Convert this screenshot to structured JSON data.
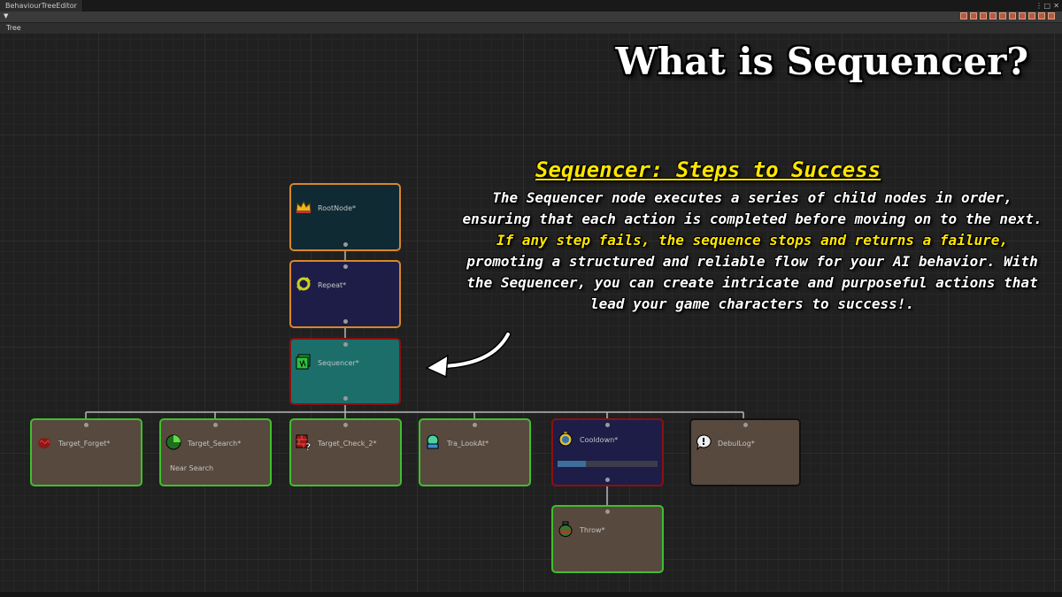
{
  "window": {
    "tab_title": "BehaviourTreeEditor",
    "menu_icon": "kebab-menu-icon",
    "maximize_icon": "maximize-icon",
    "close_icon": "close-icon"
  },
  "breadcrumb": {
    "label": "Tree"
  },
  "headline": {
    "title": "What is Sequencer?"
  },
  "description": {
    "subtitle": "Sequencer: Steps to Success",
    "part1": "The Sequencer node executes a series of child nodes in order, ensuring that each action is completed before moving on to the next. ",
    "highlight": "If any step fails, the sequence stops and returns a failure,",
    "part2": " promoting a structured and reliable flow for your AI behavior. With the Sequencer, you can create intricate and purposeful actions that lead your game characters to success!."
  },
  "nodes": {
    "root": {
      "label": "RootNode*",
      "icon": "crown-icon"
    },
    "repeat": {
      "label": "Repeat*",
      "icon": "repeat-icon"
    },
    "sequencer": {
      "label": "Sequencer*",
      "icon": "sequencer-icon"
    },
    "target_forget": {
      "label": "Target_Forget*",
      "icon": "brain-icon"
    },
    "target_search": {
      "label": "Target_Search*",
      "icon": "radar-icon",
      "subtext": "Near Search"
    },
    "target_check": {
      "label": "Target_Check_2*",
      "icon": "question-brick-icon"
    },
    "look_at": {
      "label": "Tra_LookAt*",
      "icon": "look-icon"
    },
    "cooldown": {
      "label": "Cooldown*",
      "icon": "stopwatch-icon",
      "progress": 0.28
    },
    "debug_log": {
      "label": "DebulLog*",
      "icon": "speech-bubble-icon"
    },
    "throw": {
      "label": "Throw*",
      "icon": "grenade-icon"
    }
  },
  "colors": {
    "root_fill": "#0f2a33",
    "root_border": "#d9862a",
    "repeat_fill": "#1d1d48",
    "repeat_border": "#d9862a",
    "sequencer_fill": "#1c6e6a",
    "sequencer_border": "#8c1010",
    "action_fill": "#57493e",
    "action_border": "#3fbf2f",
    "cooldown_fill": "#1d1d48",
    "cooldown_border": "#8c1010",
    "debug_border": "#111111",
    "highlight_text": "#ffe600"
  }
}
